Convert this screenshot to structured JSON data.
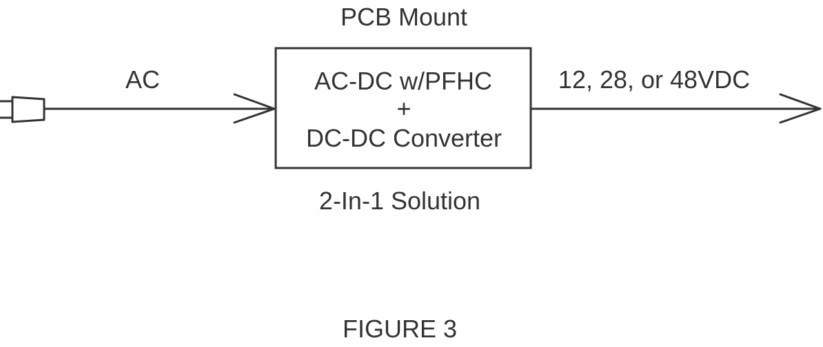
{
  "diagram": {
    "top_label": "PCB Mount",
    "input_label": "AC",
    "box": {
      "line1": "AC-DC w/PFHC",
      "line2": "+",
      "line3": "DC-DC Converter"
    },
    "output_label": "12, 28, or 48VDC",
    "bottom_label": "2-In-1 Solution",
    "caption": "FIGURE 3"
  },
  "colors": {
    "stroke": "#333333",
    "text": "#333333",
    "background": "#ffffff"
  },
  "icons": {
    "input_plug": "ac-plug-icon"
  }
}
